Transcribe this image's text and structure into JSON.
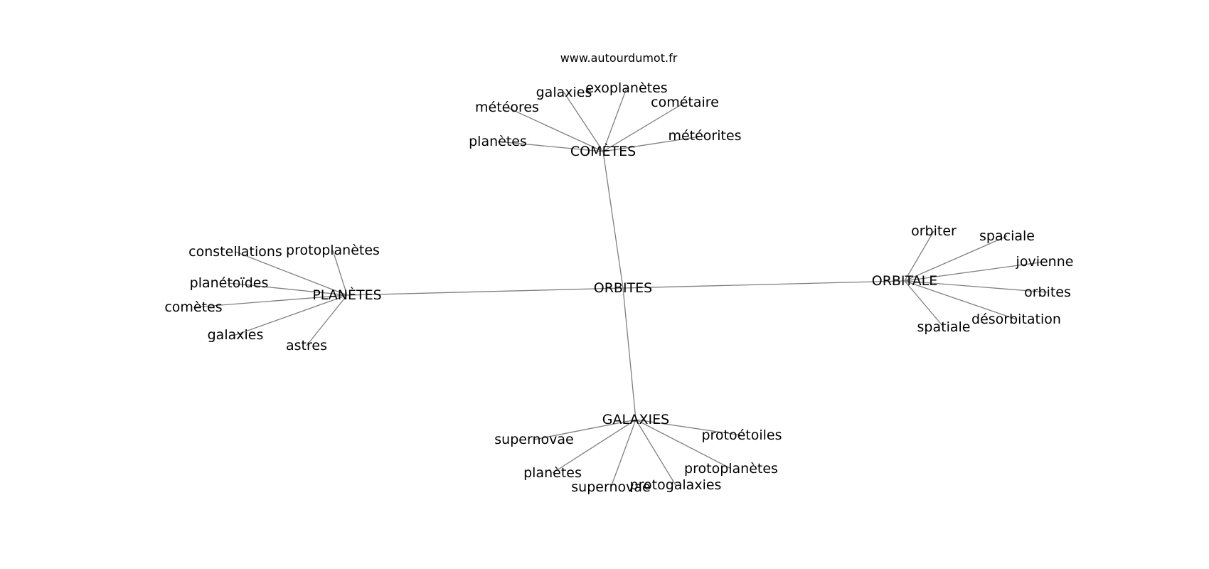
{
  "source": "www.autourdumot.fr",
  "root": {
    "label": "ORBITES"
  },
  "clusters": [
    {
      "label": "COMÈTES",
      "children": [
        "galaxies",
        "exoplanètes",
        "cométaire",
        "météores",
        "planètes",
        "météorites"
      ]
    },
    {
      "label": "PLANÈTES",
      "children": [
        "constellations",
        "protoplanètes",
        "planétoïdes",
        "comètes",
        "galaxies",
        "astres"
      ]
    },
    {
      "label": "ORBITALE",
      "children": [
        "orbiter",
        "spaciale",
        "jovienne",
        "orbites",
        "désorbitation",
        "spatiale"
      ]
    },
    {
      "label": "GALAXIES",
      "children": [
        "supernovae",
        "protoétoiles",
        "planètes",
        "protoplanètes",
        "supernovae",
        "protogalaxies"
      ]
    }
  ]
}
